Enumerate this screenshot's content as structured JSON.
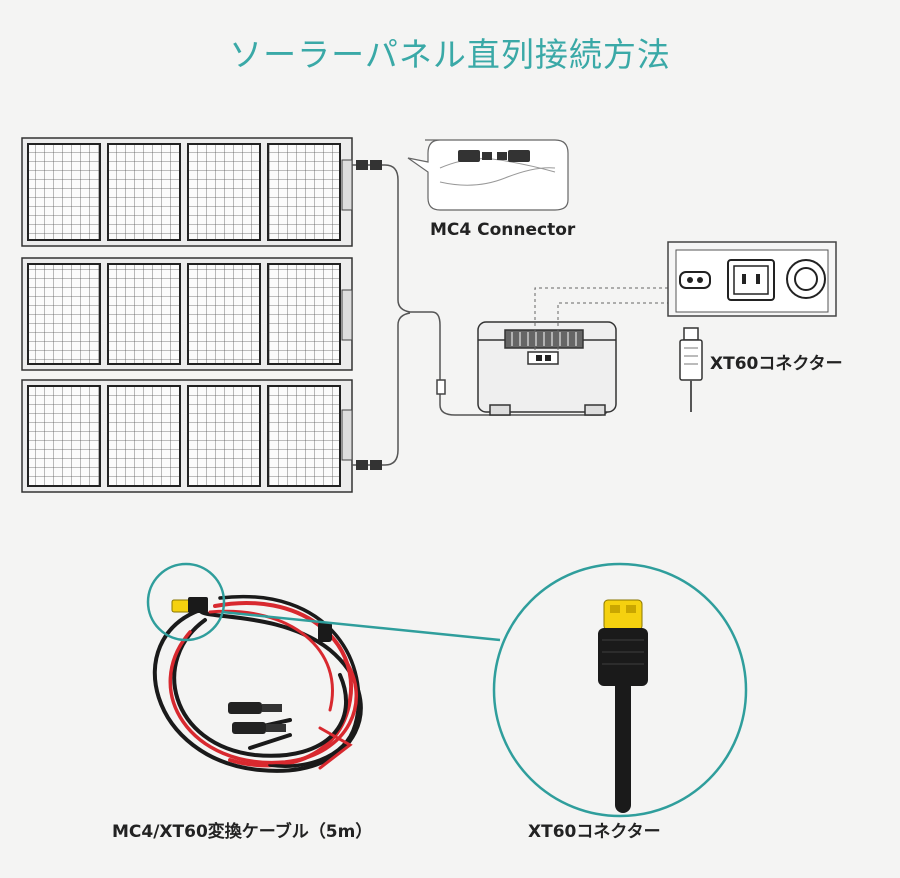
{
  "header": {
    "title": "ソーラーパネル直列接続方法"
  },
  "labels": {
    "mc4_connector": "MC4 Connector",
    "xt60_connector_top": "XT60コネクター",
    "conversion_cable": "MC4/XT60変換ケーブル（5m）",
    "xt60_connector_bottom": "XT60コネクター"
  },
  "colors": {
    "title_teal": "#3aa9a7",
    "callout_teal": "#2f9e9c",
    "cable_red": "#d8292f",
    "cable_black": "#1a1a1a",
    "connector_yellow": "#f5d10f"
  }
}
